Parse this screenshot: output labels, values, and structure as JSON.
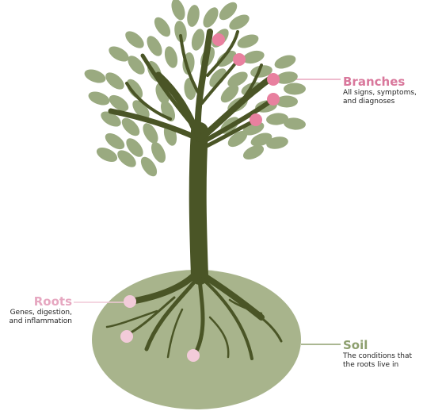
{
  "colors": {
    "leaf": "#9aaa80",
    "trunk": "#4a5526",
    "soil": "#a8b48c",
    "branch_dot": "#e8809f",
    "root_dot": "#f2cbd9",
    "branches_label": "#d9789c",
    "roots_label": "#e6a7c0",
    "soil_label": "#8d9f6e"
  },
  "labels": {
    "branches": {
      "title": "Branches",
      "lines": [
        "All signs, symptoms,",
        "and diagnoses"
      ]
    },
    "roots": {
      "title": "Roots",
      "lines": [
        "Genes, digestion,",
        "and inflammation"
      ]
    },
    "soil": {
      "title": "Soil",
      "lines": [
        "The conditions that",
        "the roots live in"
      ]
    }
  }
}
